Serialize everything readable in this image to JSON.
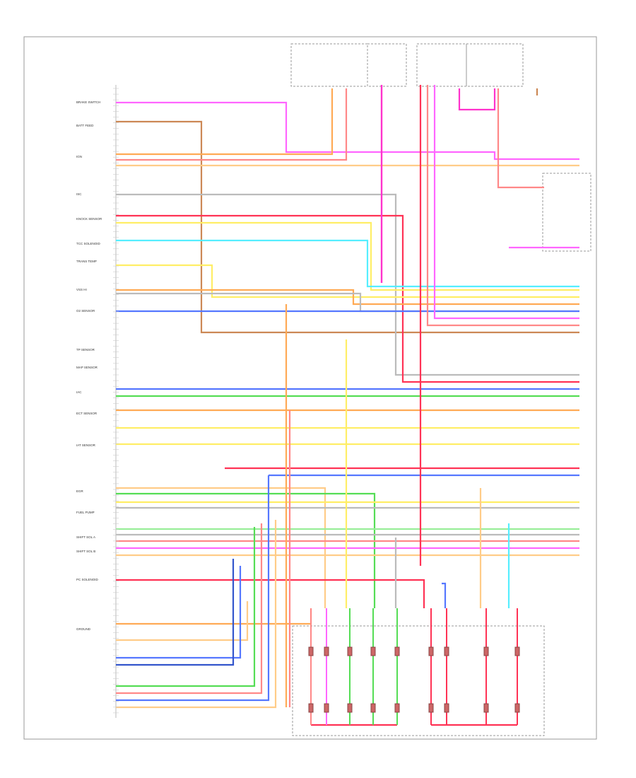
{
  "diagram": {
    "footer_code": "",
    "left_pin_labels": [
      "BRAKE SWITCH",
      "BATT FEED",
      "IGN",
      "ISC",
      "KNOCK SENSOR",
      "TCC SOLENOID",
      "TRANS TEMP",
      "VSS HI",
      "O2 SENSOR",
      "TP SENSOR",
      "MAP SENSOR",
      "IAC",
      "ECT SENSOR",
      "IAT SENSOR",
      "EGR",
      "FUEL PUMP",
      "SHIFT SOL A",
      "SHIFT SOL B",
      "PC SOLENOID",
      "GROUND"
    ],
    "right_group_label": "",
    "bottom_group_label": "",
    "wire_colors": {
      "pink": "#ff66ff",
      "magenta": "#ff33cc",
      "orange": "#ffaa55",
      "red": "#ff3355",
      "yellow": "#ffee66",
      "cyan": "#55eeff",
      "blue": "#5577ff",
      "darkblue": "#3355cc",
      "green": "#55dd55",
      "tan": "#ffcc88",
      "brown": "#cc8855",
      "gray": "#bbbbbb",
      "lightgreen": "#99ee99",
      "salmon": "#ff8888"
    }
  }
}
